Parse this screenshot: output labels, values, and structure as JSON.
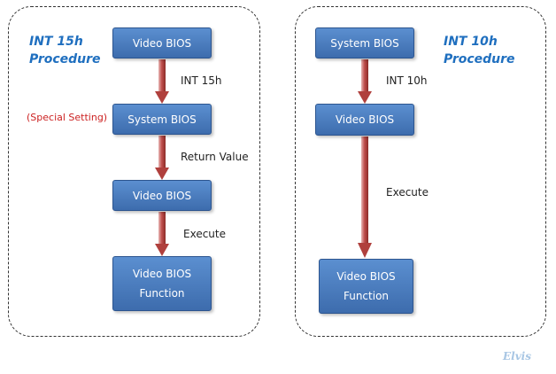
{
  "left": {
    "title_line1": "INT 15h",
    "title_line2": "Procedure",
    "box1": "Video BIOS",
    "box2": "System BIOS",
    "box3": "Video BIOS",
    "box4_line1": "Video BIOS",
    "box4_line2": "Function",
    "arrow1_label": "INT 15h",
    "arrow2_label": "Return Value",
    "arrow3_label": "Execute",
    "note": "(Special Setting)"
  },
  "right": {
    "title_line1": "INT 10h",
    "title_line2": "Procedure",
    "box1": "System BIOS",
    "box2": "Video BIOS",
    "box3_line1": "Video BIOS",
    "box3_line2": "Function",
    "arrow1_label": "INT 10h",
    "arrow2_label": "Execute"
  },
  "signature": "Elvis",
  "colors": {
    "title": "#1f6fbf",
    "box_fill": "#4a7cc0",
    "arrow": "#c0504d",
    "note": "#cc2222",
    "border": "#333333"
  }
}
